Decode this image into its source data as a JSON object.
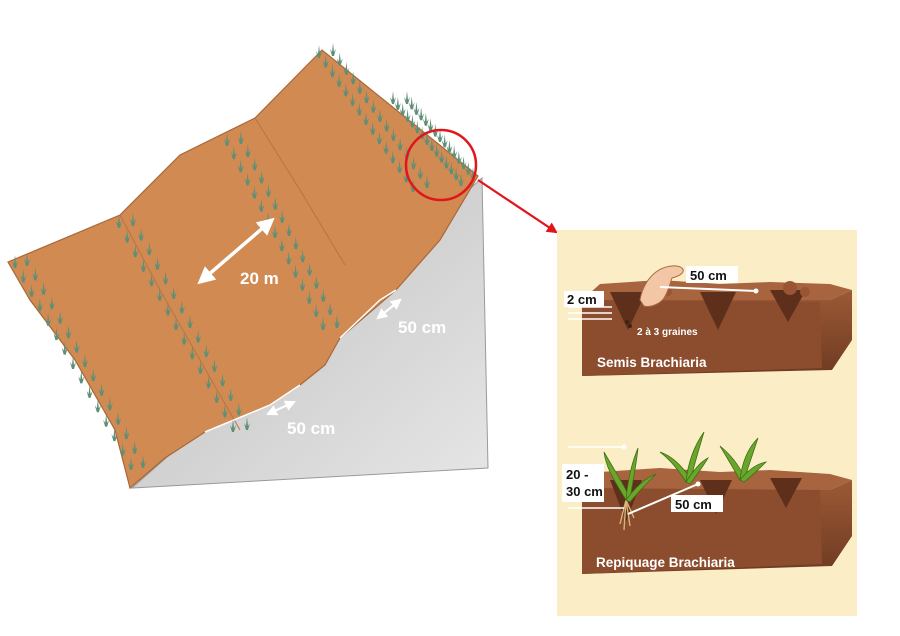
{
  "slope": {
    "spacing_label": "20 m",
    "furrow_label_upper": "50 cm",
    "furrow_label_lower": "50 cm"
  },
  "inset": {
    "sowing": {
      "width_label": "50 cm",
      "depth_label": "2 cm",
      "seeds_label": "2 à 3 graines",
      "caption": "Semis Brachiaria"
    },
    "transplant": {
      "depth_label_line1": "20 -",
      "depth_label_line2": "30 cm",
      "width_label": "50 cm",
      "caption": "Repiquage Brachiaria"
    }
  },
  "colors": {
    "soil": "#d08a52",
    "soil_edge": "#a8673a",
    "slope_side": "#b8b8b8",
    "inset_bg": "#fbeec6",
    "callout_red": "#e0161c",
    "plant_green": "#5f8f76",
    "sprout_green": "#6aa62c",
    "block_soil": "#8b4d2e"
  }
}
